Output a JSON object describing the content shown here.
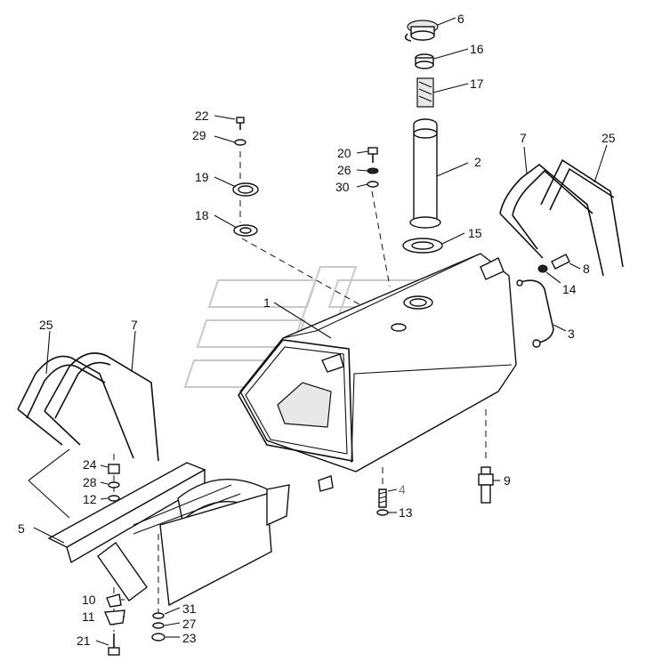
{
  "diagram": {
    "labels": [
      {
        "id": "6",
        "text": "6"
      },
      {
        "id": "16",
        "text": "16"
      },
      {
        "id": "17",
        "text": "17"
      },
      {
        "id": "22",
        "text": "22"
      },
      {
        "id": "29",
        "text": "29"
      },
      {
        "id": "20",
        "text": "20"
      },
      {
        "id": "26",
        "text": "26"
      },
      {
        "id": "30",
        "text": "30"
      },
      {
        "id": "2",
        "text": "2"
      },
      {
        "id": "7a",
        "text": "7"
      },
      {
        "id": "25a",
        "text": "25"
      },
      {
        "id": "19",
        "text": "19"
      },
      {
        "id": "18",
        "text": "18"
      },
      {
        "id": "15",
        "text": "15"
      },
      {
        "id": "8",
        "text": "8"
      },
      {
        "id": "14",
        "text": "14"
      },
      {
        "id": "1",
        "text": "1"
      },
      {
        "id": "3",
        "text": "3"
      },
      {
        "id": "25b",
        "text": "25"
      },
      {
        "id": "7b",
        "text": "7"
      },
      {
        "id": "24",
        "text": "24"
      },
      {
        "id": "28",
        "text": "28"
      },
      {
        "id": "12",
        "text": "12"
      },
      {
        "id": "9",
        "text": "9"
      },
      {
        "id": "4",
        "text": "4"
      },
      {
        "id": "13",
        "text": "13"
      },
      {
        "id": "5",
        "text": "5"
      },
      {
        "id": "10",
        "text": "10"
      },
      {
        "id": "31",
        "text": "31"
      },
      {
        "id": "11",
        "text": "11"
      },
      {
        "id": "27",
        "text": "27"
      },
      {
        "id": "21",
        "text": "21"
      },
      {
        "id": "23",
        "text": "23"
      }
    ]
  }
}
